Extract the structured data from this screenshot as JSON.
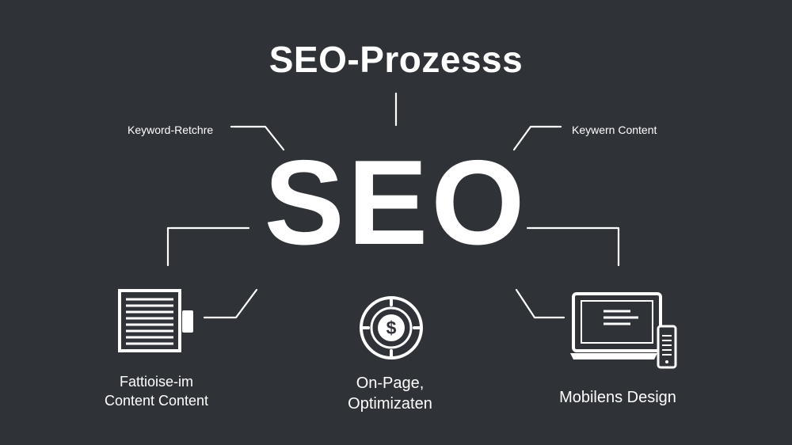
{
  "diagram": {
    "title": "SEO-Prozesss",
    "center": "SEO",
    "labels": {
      "top_left": "Keyword-Retchre",
      "top_right": "Keywern Content"
    },
    "nodes": [
      {
        "id": "content",
        "icon": "document-icon",
        "line1": "Fattioise-im",
        "line2": "Content Content"
      },
      {
        "id": "onpage",
        "icon": "dollar-coin-icon",
        "line1": "On-Page,",
        "line2": "Optimizaten"
      },
      {
        "id": "mobile",
        "icon": "monitor-phone-icon",
        "line1": "Mobilens Design"
      }
    ],
    "colors": {
      "background": "#2f3237",
      "foreground": "#ffffff"
    }
  }
}
